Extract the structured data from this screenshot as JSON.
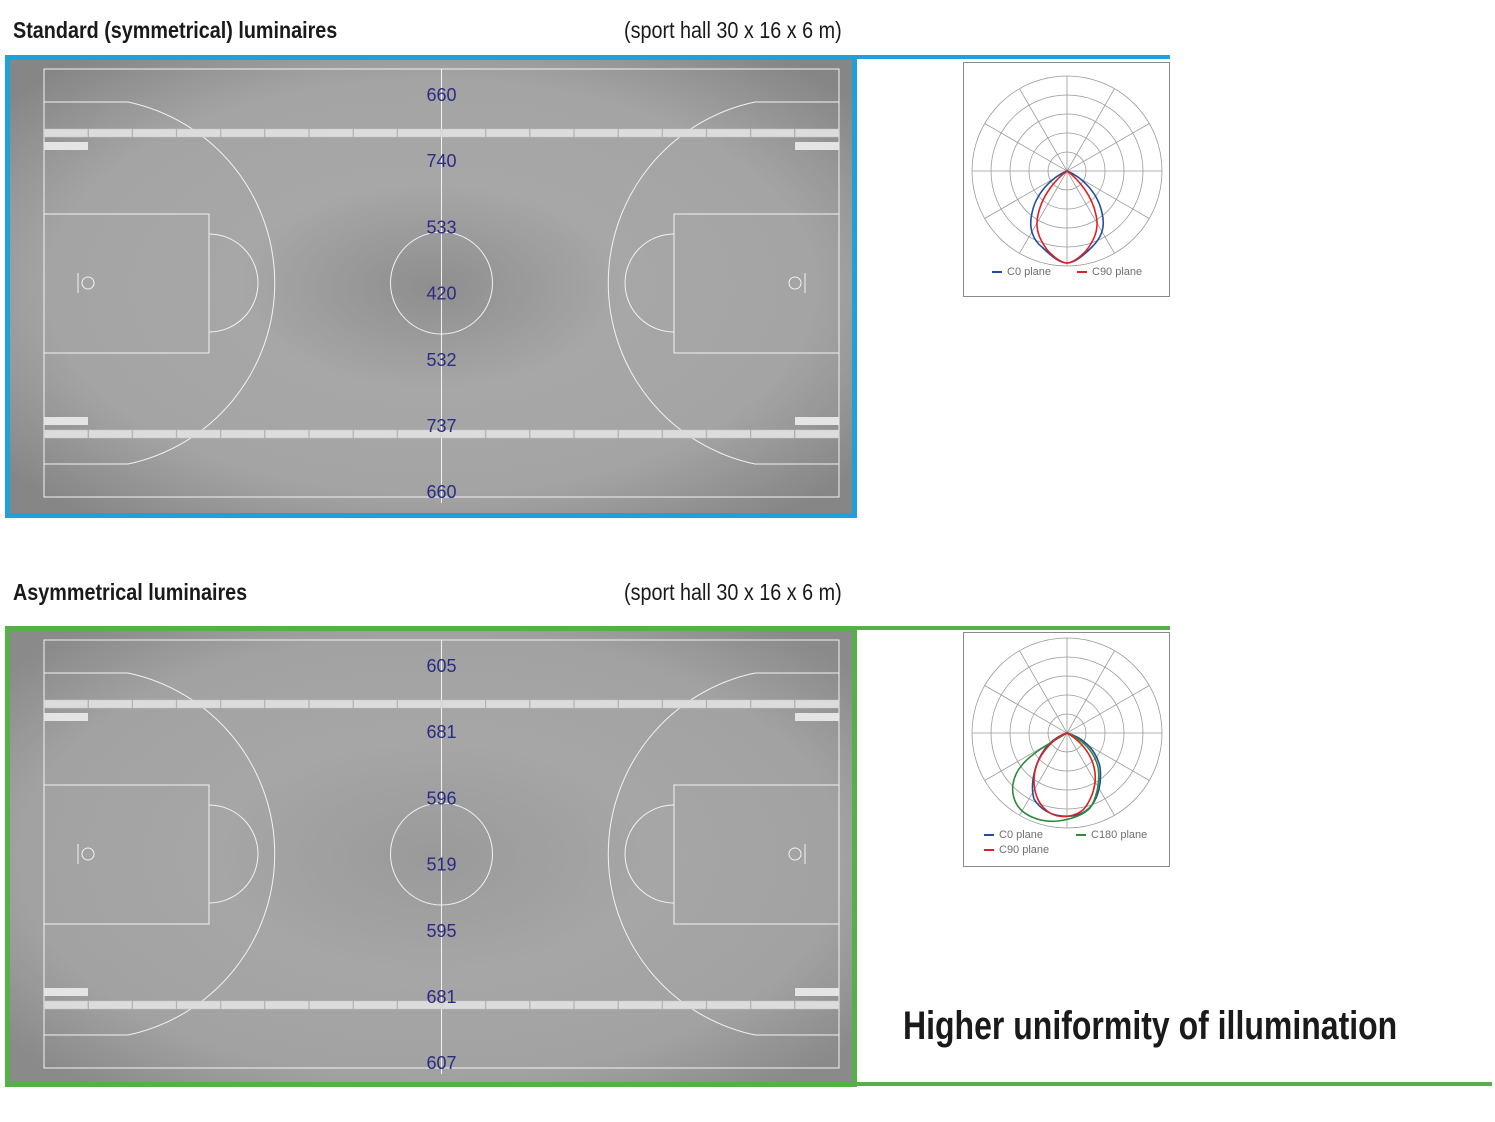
{
  "sections": [
    {
      "title": "Standard (symmetrical) luminaires",
      "subtitle": "(sport hall 30 x 16 x 6 m)",
      "accent": "#1fa0db",
      "lux_values": [
        "660",
        "740",
        "533",
        "420",
        "532",
        "737",
        "660"
      ],
      "polar_legend": [
        {
          "label": "C0 plane",
          "color": "#1f4fa0"
        },
        {
          "label": "C90 plane",
          "color": "#e02020"
        }
      ]
    },
    {
      "title": "Asymmetrical luminaires",
      "subtitle": "(sport hall 30 x 16 x 6 m)",
      "accent": "#55b048",
      "lux_values": [
        "605",
        "681",
        "596",
        "519",
        "595",
        "681",
        "607"
      ],
      "polar_legend": [
        {
          "label": "C0 plane",
          "color": "#1f4fa0"
        },
        {
          "label": "C180 plane",
          "color": "#2e8b3a"
        },
        {
          "label": "C90  plane",
          "color": "#e02020"
        }
      ]
    }
  ],
  "conclusion": "Higher uniformity of illumination"
}
